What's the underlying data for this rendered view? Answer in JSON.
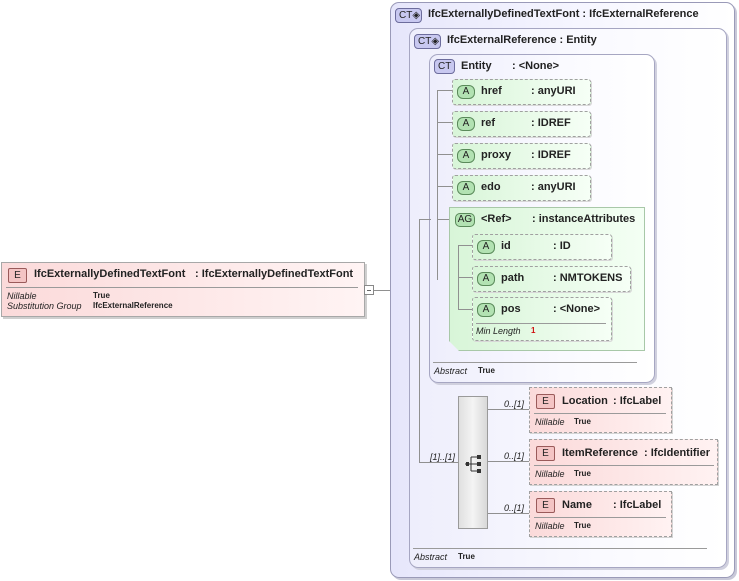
{
  "root_element": {
    "badge": "E",
    "name": "IfcExternallyDefinedTextFont",
    "type": ": IfcExternallyDefinedTextFont",
    "properties": [
      {
        "key": "Nillable",
        "value": "True"
      },
      {
        "key": "Substitution Group",
        "value": "IfcExternalReference"
      }
    ]
  },
  "outer_type": {
    "badge": "CT",
    "title": "IfcExternallyDefinedTextFont : IfcExternalReference",
    "abstract_label": "Abstract",
    "abstract_value": "True"
  },
  "middle_type": {
    "badge": "CT",
    "title": "IfcExternalReference : Entity",
    "abstract_label": "Abstract",
    "abstract_value": "True"
  },
  "entity_type": {
    "badge": "CT",
    "name": "Entity",
    "type": ": <None>",
    "attributes": [
      {
        "badge": "A",
        "name": "href",
        "type": ": anyURI"
      },
      {
        "badge": "A",
        "name": "ref",
        "type": ": IDREF"
      },
      {
        "badge": "A",
        "name": "proxy",
        "type": ": IDREF"
      },
      {
        "badge": "A",
        "name": "edo",
        "type": ": anyURI"
      }
    ],
    "attribute_group": {
      "badge": "AG",
      "name": "<Ref>",
      "type": ": instanceAttributes",
      "attributes": [
        {
          "badge": "A",
          "name": "id",
          "type": ": ID"
        },
        {
          "badge": "A",
          "name": "path",
          "type": ": NMTOKENS"
        },
        {
          "badge": "A",
          "name": "pos",
          "type": ": <None>",
          "prop_key": "Min Length",
          "prop_value": "1"
        }
      ]
    }
  },
  "sequence": {
    "cardinality": "[1]..[1]",
    "children": [
      {
        "badge": "E",
        "name": "Location",
        "type": ": IfcLabel",
        "cardinality": "0..[1]",
        "prop_key": "Nillable",
        "prop_value": "True"
      },
      {
        "badge": "E",
        "name": "ItemReference",
        "type": ": IfcIdentifier",
        "cardinality": "0..[1]",
        "prop_key": "Nillable",
        "prop_value": "True"
      },
      {
        "badge": "E",
        "name": "Name",
        "type": ": IfcLabel",
        "cardinality": "0..[1]",
        "prop_key": "Nillable",
        "prop_value": "True"
      }
    ]
  }
}
